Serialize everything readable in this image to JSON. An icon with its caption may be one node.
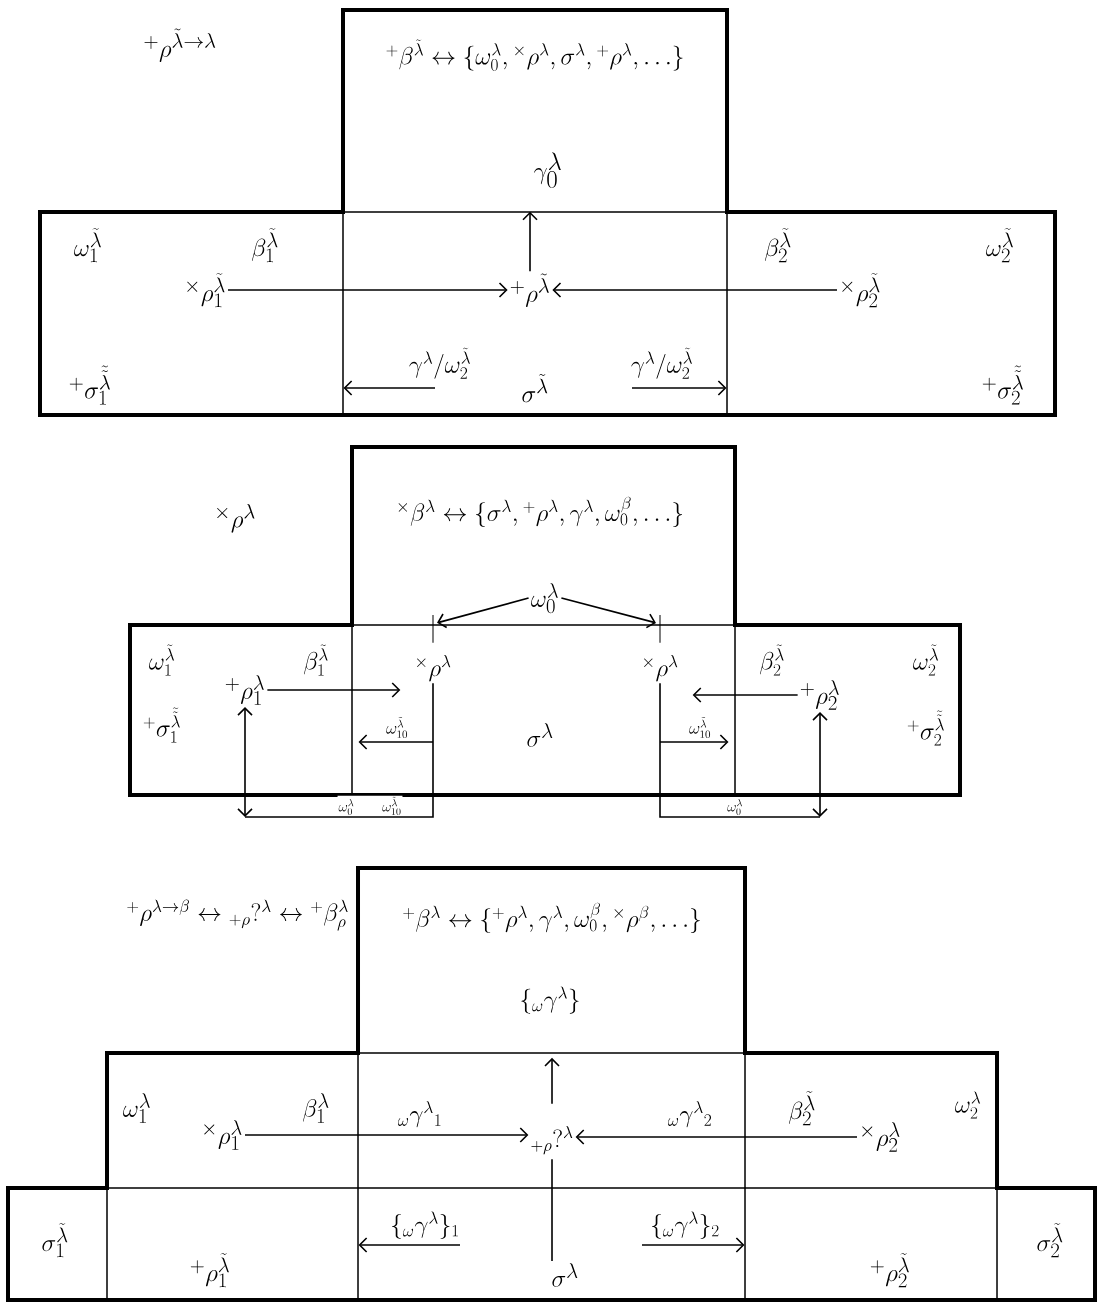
{
  "diagram": {
    "nodes": [
      {
        "text": [
          "{}^{+}\\beta^{\\tilde{\\lambda}}\\leftrightarrow\\{\\omega_0^{\\lambda},{}^{\\times}\\rho^{\\lambda},\\sigma^{\\lambda},{}^{+}\\rho^{\\lambda},\\ldots\\}"
        ]
      },
      {
        "text": [
          "\\gamma_{0}^{\\lambda}"
        ],
        "in": 0
      },
      {
        "text": [
          "\\omega_1^{\\tilde{\\lambda}}",
          "\\beta_1^{\\tilde{\\lambda}}",
          "{}^{+}\\sigma_1^{\\tilde{\\tilde{\\lambda}}}"
        ]
      },
      {
        "text": [
          "{}^{\\times}\\rho_1^{\\tilde{\\lambda}}"
        ],
        "in": 2
      },
      {
        "text": [
          "\\sigma^{\\tilde{\\lambda}}"
        ]
      },
      {
        "text": [
          "{}^{+}\\rho^{\\tilde{\\lambda}}"
        ],
        "in": 4
      },
      {
        "text": [
          "\\beta_2^{\\tilde{\\lambda}}",
          "\\omega_2^{\\tilde{\\lambda}}",
          "{}^{+}\\sigma_2^{\\tilde{\\tilde{\\lambda}}}"
        ]
      },
      {
        "text": [
          "{}^{\\times}\\rho_2^{\\tilde{\\lambda}}"
        ],
        "in": 6
      },
      {
        "text": [
          "{}^{\\times}\\beta^{\\lambda}\\leftrightarrow\\{\\sigma^{\\lambda},{}^{+}\\rho^{\\lambda},\\gamma^{\\lambda},\\omega_0^{\\beta},\\ldots\\}"
        ]
      },
      {
        "text": [
          "\\omega_0^{\\lambda}"
        ],
        "in": 8
      },
      {
        "text": [
          "\\omega_1^{\\tilde{\\lambda}}",
          "\\beta_1^{\\tilde{\\lambda}}",
          "{}^{+}\\sigma_1^{\\tilde{\\tilde{\\lambda}}}"
        ]
      },
      {
        "text": [
          "{}^{+}\\rho_1^{\\lambda}"
        ],
        "in": 10
      },
      {
        "text": [
          "\\sigma^{\\lambda}"
        ]
      },
      {
        "text": [
          "{}^{\\times}\\rho^{\\lambda}"
        ],
        "in": 12
      },
      {
        "text": [
          "{}^{\\times}\\rho^{\\lambda}"
        ],
        "in": 12
      },
      {
        "text": [
          "\\beta_2^{\\tilde{\\lambda}}",
          "\\omega_2^{\\tilde{\\lambda}}",
          "{}^{+}\\sigma_2^{\\tilde{\\tilde{\\lambda}}}"
        ]
      },
      {
        "text": [
          "{}^{+}\\rho_2^{\\lambda}"
        ],
        "in": 15
      },
      {
        "text": [
          "{}^{+}\\beta^{\\lambda}\\leftrightarrow\\{{}^{+}\\rho^{\\lambda},\\gamma^{\\lambda},\\omega_0^{\\beta},{}^{\\times}\\rho^{\\beta},\\ldots\\}"
        ]
      },
      {
        "text": [
          "\\{{}_{\\omega}\\gamma^{\\lambda}\\}"
        ],
        "in": 17
      },
      {
        "text": [
          "\\omega_1^{\\lambda}",
          "\\beta_1^{\\lambda}"
        ]
      },
      {
        "text": [
          "{}^{\\times}\\rho_1^{\\lambda}"
        ],
        "in": 19
      },
      {
        "text": [],
        "shape": "box"
      },
      {
        "text": [
          "{}_{+\\rho}?^{\\lambda}"
        ],
        "in": 21
      },
      {
        "text": [
          "\\beta_2^{\\tilde{\\lambda}}",
          "\\omega_2^{\\lambda}"
        ]
      },
      {
        "text": [
          "{}^{\\times}\\rho_2^{\\lambda}"
        ],
        "in": 23
      },
      {
        "text": [
          "\\sigma_1^{\\tilde{\\lambda}}"
        ]
      },
      {
        "text": [
          "{}^{+}\\rho_1^{\\tilde{\\lambda}}"
        ]
      },
      {
        "text": [],
        "shape": "box"
      },
      {
        "text": [
          "\\sigma^{\\lambda}"
        ],
        "in": 27
      },
      {
        "text": [
          "{}^{+}\\rho_2^{\\tilde{\\lambda}}"
        ]
      },
      {
        "text": [
          "\\sigma_2^{\\tilde{\\lambda}}"
        ]
      }
    ],
    "edges": [
      {
        "from": 3,
        "to": 5,
        "arrow": "to"
      },
      {
        "from": 7,
        "to": 5,
        "arrow": "to"
      },
      {
        "from": 5,
        "to": 1,
        "arrow": "to"
      },
      {
        "from": null,
        "to": 2,
        "arrow": "to",
        "label": "\\gamma^{\\lambda}/\\omega_2^{\\tilde{\\lambda}}"
      },
      {
        "from": null,
        "to": 6,
        "arrow": "to",
        "label": "\\gamma^{\\lambda}/\\omega_2^{\\tilde{\\lambda}}"
      },
      {
        "from": 9,
        "to": 13,
        "arrow": "to"
      },
      {
        "from": 9,
        "to": 14,
        "arrow": "to"
      },
      {
        "from": 11,
        "to": 13,
        "arrow": "to"
      },
      {
        "from": 16,
        "to": 14,
        "arrow": "to"
      },
      {
        "from": 13,
        "to": 10,
        "arrow": "to",
        "label": "\\omega_{10}^{\\tilde{\\lambda}}"
      },
      {
        "from": 14,
        "to": 15,
        "arrow": "to",
        "label": "\\omega_{10}^{\\tilde{\\lambda}}"
      },
      {
        "from": 13,
        "to": 11,
        "arrow": "to",
        "label": "\\omega_0^{\\lambda}\\qquad\\omega_{10}^{\\tilde{\\lambda}}"
      },
      {
        "from": 14,
        "to": 16,
        "arrow": "to",
        "label": "\\omega_0^{\\lambda}"
      },
      {
        "from": 20,
        "to": 22,
        "arrow": "to",
        "label": "{}_{\\omega}\\gamma^{\\lambda}{}_{1}"
      },
      {
        "from": 24,
        "to": 22,
        "arrow": "to",
        "label": "{}_{\\omega}\\gamma^{\\lambda}{}_{2}"
      },
      {
        "from": 22,
        "to": 18,
        "arrow": "to"
      },
      {
        "from": 22,
        "to": 28,
        "arrow": "none"
      },
      {
        "from": null,
        "to": 26,
        "arrow": "to",
        "label": "\\{{}_{\\omega}\\gamma^{\\lambda}\\}_1"
      },
      {
        "from": null,
        "to": 29,
        "arrow": "to",
        "label": "\\{{}_{\\omega}\\gamma^{\\lambda}\\}_2"
      }
    ],
    "labels": [
      "{}^{+}\\rho^{\\tilde{\\lambda}\\to\\lambda}",
      "{}^{\\times}\\rho^{\\lambda}",
      "{}^{+}\\rho^{\\lambda\\to\\beta}\\leftrightarrow{}_{+\\rho}?^{\\lambda}\\leftrightarrow{}^{+}\\beta_{\\rho}^{\\lambda}"
    ]
  }
}
